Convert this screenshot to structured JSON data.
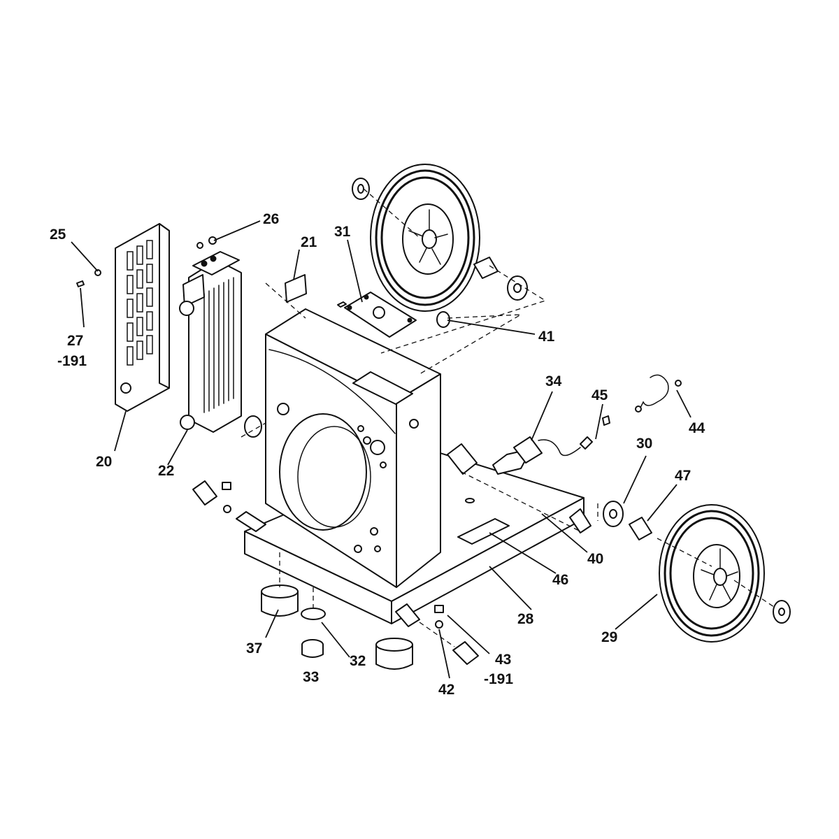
{
  "callouts": [
    {
      "id": "20",
      "text": "20"
    },
    {
      "id": "21",
      "text": "21"
    },
    {
      "id": "22",
      "text": "22"
    },
    {
      "id": "25",
      "text": "25"
    },
    {
      "id": "26",
      "text": "26"
    },
    {
      "id": "27",
      "text": "27"
    },
    {
      "id": "27b",
      "text": "-191"
    },
    {
      "id": "28",
      "text": "28"
    },
    {
      "id": "29",
      "text": "29"
    },
    {
      "id": "30",
      "text": "30"
    },
    {
      "id": "31",
      "text": "31"
    },
    {
      "id": "32",
      "text": "32"
    },
    {
      "id": "33",
      "text": "33"
    },
    {
      "id": "34",
      "text": "34"
    },
    {
      "id": "37",
      "text": "37"
    },
    {
      "id": "40",
      "text": "40"
    },
    {
      "id": "41",
      "text": "41"
    },
    {
      "id": "42",
      "text": "42"
    },
    {
      "id": "43",
      "text": "43"
    },
    {
      "id": "43b",
      "text": "-191"
    },
    {
      "id": "44",
      "text": "44"
    },
    {
      "id": "45",
      "text": "45"
    },
    {
      "id": "46",
      "text": "46"
    },
    {
      "id": "47",
      "text": "47"
    }
  ],
  "colors": {
    "ink": "#111111",
    "paper": "#ffffff"
  }
}
